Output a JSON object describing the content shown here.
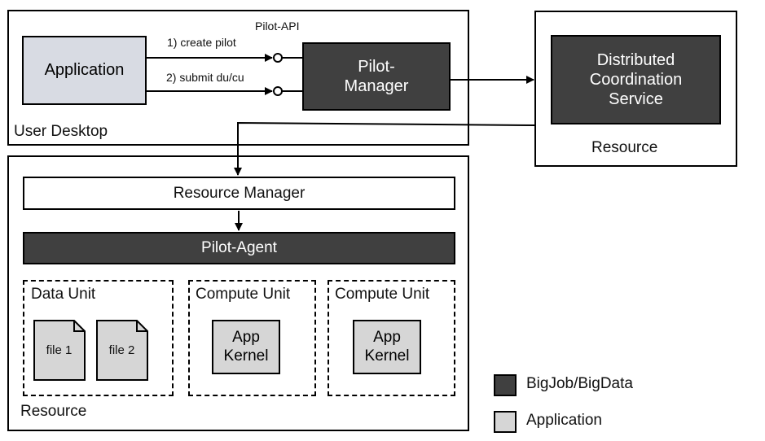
{
  "user_desktop": {
    "label": "User Desktop",
    "application": "Application",
    "pilot_manager": "Pilot-\nManager",
    "pilot_api": "Pilot-API",
    "create_pilot": "1) create pilot",
    "submit": "2) submit du/cu"
  },
  "remote_resource": {
    "label": "Resource",
    "service": "Distributed\nCoordination\nService"
  },
  "resource": {
    "label": "Resource",
    "resource_manager": "Resource Manager",
    "pilot_agent": "Pilot-Agent",
    "data_unit": {
      "title": "Data Unit",
      "files": [
        "file 1",
        "file 2"
      ]
    },
    "compute_units": [
      {
        "title": "Compute Unit",
        "kernel": "App\nKernel"
      },
      {
        "title": "Compute Unit",
        "kernel": "App\nKernel"
      }
    ]
  },
  "legend": {
    "items": [
      {
        "label": "BigJob/BigData",
        "color": "#404040"
      },
      {
        "label": "Application",
        "color": "#d6d6d6"
      }
    ]
  }
}
